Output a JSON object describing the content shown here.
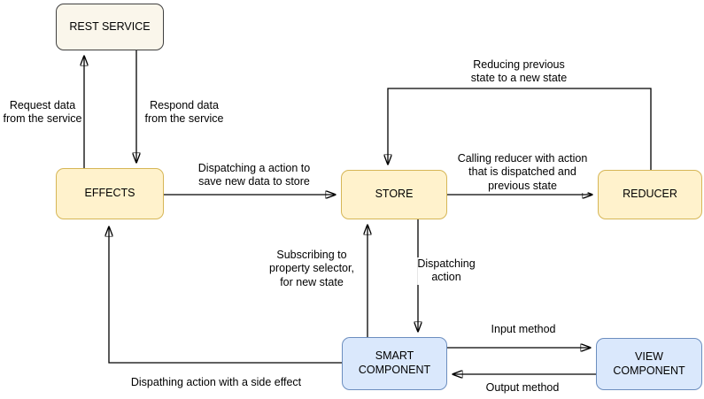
{
  "colors": {
    "canvas_bg": "#ffffff",
    "yellow_fill": "#FFF2CC",
    "yellow_border": "#D6B656",
    "blue_fill": "#DAE8FC",
    "blue_border": "#6C8EBF",
    "cream_fill": "#FAF6EB",
    "cream_border": "#3F3F3F",
    "line": "#000000",
    "text": "#000000"
  },
  "nodes": {
    "rest_service": "REST SERVICE",
    "effects": "EFFECTS",
    "store": "STORE",
    "reducer": "REDUCER",
    "smart_component": "SMART COMPONENT",
    "view_component": "VIEW COMPONENT"
  },
  "edge_labels": {
    "request_data": "Request data\nfrom the service",
    "respond_data": "Respond data\nfrom the service",
    "dispatch_save": "Dispatching a action to\nsave new data to store",
    "reducing_previous": "Reducing previous\nstate to a new state",
    "calling_reducer": "Calling reducer with action\nthat is dispatched and\nprevious state",
    "subscribing": "Subscribing to\nproperty selector,\nfor new state",
    "dispatching_action": "Dispatching\naction",
    "input_method": "Input method",
    "output_method": "Output method",
    "side_effect": "Dispathing action with a side effect"
  }
}
